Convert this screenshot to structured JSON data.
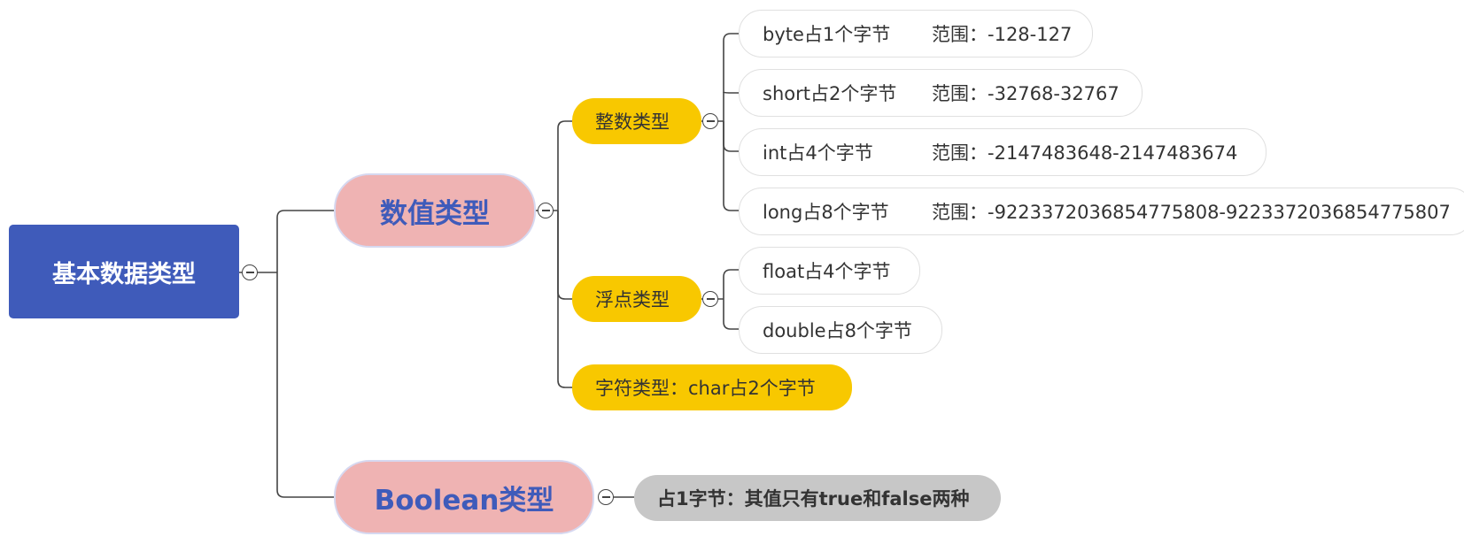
{
  "root": {
    "label": "基本数据类型"
  },
  "numeric": {
    "label": "数值类型"
  },
  "boolean": {
    "label": "Boolean类型",
    "note": "占1字节：其值只有true和false两种"
  },
  "integer": {
    "label": "整数类型",
    "items": [
      {
        "type": "byte占1个字节",
        "range": "范围：-128-127"
      },
      {
        "type": "short占2个字节",
        "range": "范围：-32768-32767"
      },
      {
        "type": "int占4个字节",
        "range": "范围：-2147483648-2147483674"
      },
      {
        "type": "long占8个字节",
        "range": "范围：-9223372036854775808-9223372036854775807"
      }
    ]
  },
  "float": {
    "label": "浮点类型",
    "items": [
      {
        "type": "float占4个字节"
      },
      {
        "type": "double占8个字节"
      }
    ]
  },
  "char": {
    "label": "字符类型：char占2个字节"
  },
  "colors": {
    "root": "#3f5bba",
    "main": "#efb3b3",
    "sub": "#f8c800",
    "note": "#c7c7c7",
    "line": "#444444"
  }
}
